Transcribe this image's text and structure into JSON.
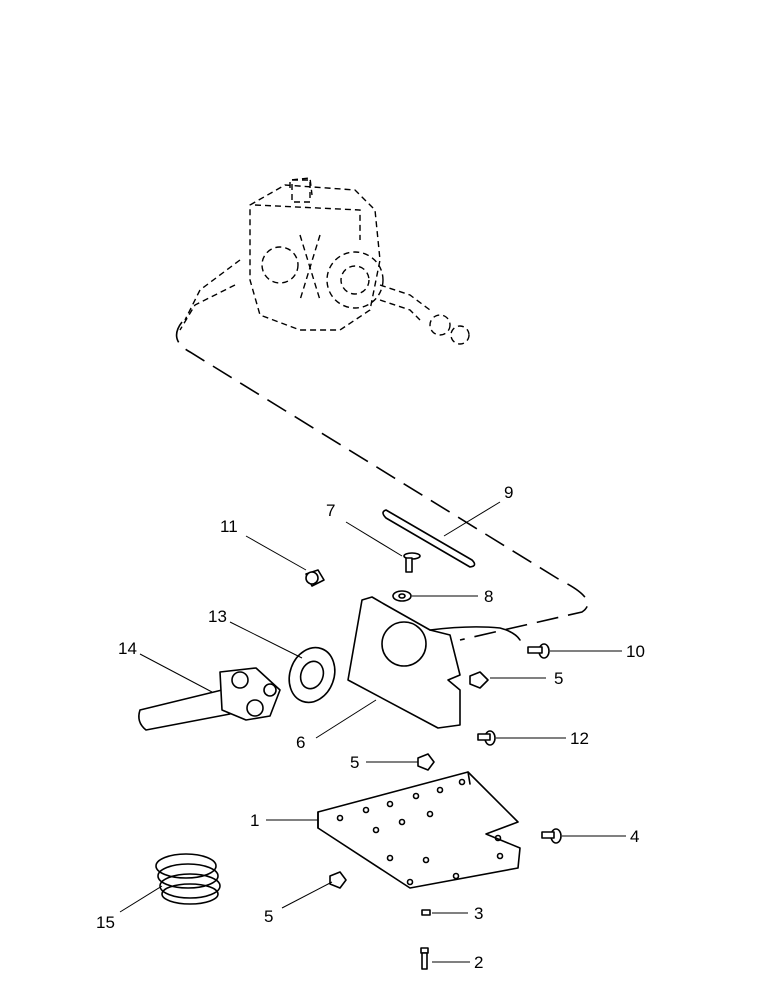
{
  "callouts": [
    {
      "id": "1",
      "label": "1"
    },
    {
      "id": "2",
      "label": "2"
    },
    {
      "id": "3",
      "label": "3"
    },
    {
      "id": "4",
      "label": "4"
    },
    {
      "id": "5a",
      "label": "5"
    },
    {
      "id": "5b",
      "label": "5"
    },
    {
      "id": "5c",
      "label": "5"
    },
    {
      "id": "6",
      "label": "6"
    },
    {
      "id": "7",
      "label": "7"
    },
    {
      "id": "8",
      "label": "8"
    },
    {
      "id": "9",
      "label": "9"
    },
    {
      "id": "10",
      "label": "10"
    },
    {
      "id": "11",
      "label": "11"
    },
    {
      "id": "12",
      "label": "12"
    },
    {
      "id": "13",
      "label": "13"
    },
    {
      "id": "14",
      "label": "14"
    },
    {
      "id": "15",
      "label": "15"
    }
  ]
}
